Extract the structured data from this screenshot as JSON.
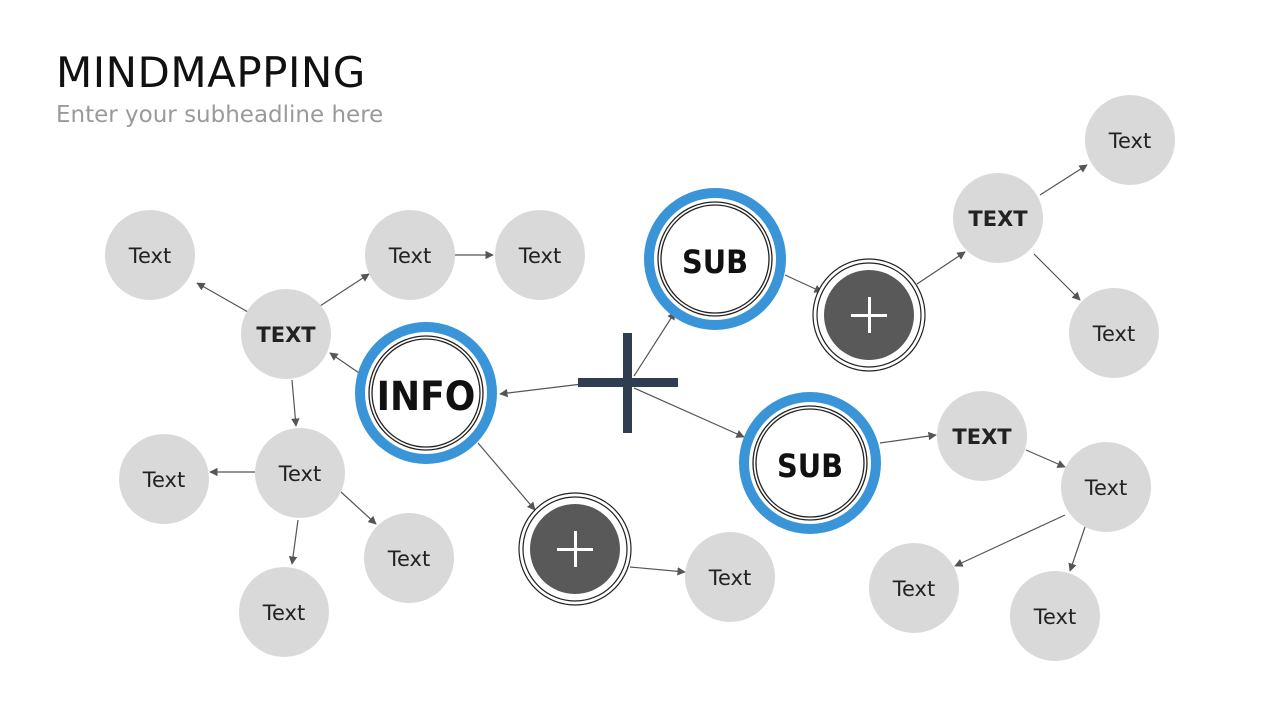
{
  "header": {
    "title": "MINDMAPPING",
    "subtitle": "Enter your subheadline here"
  },
  "colors": {
    "ring_blue": "#3a95d8",
    "node_gray": "#d9d9d9",
    "plus_dark": "#595959",
    "center_plus": "#2e3e50",
    "arrow": "#555555"
  },
  "icons": {
    "center": "plus-icon",
    "expanders": "plus-icon"
  },
  "hubs": {
    "info": "INFO",
    "sub_top": "SUB",
    "sub_bottom": "SUB"
  },
  "nodes": {
    "left_text_hub": "TEXT",
    "left_top_left": "Text",
    "left_top_mid": "Text",
    "left_top_right": "Text",
    "left_mid": "Text",
    "left_mid_left": "Text",
    "left_mid_right": "Text",
    "left_bottom": "Text",
    "info_plus_target": "Text",
    "top_text_hub": "TEXT",
    "top_right_upper": "Text",
    "top_right_lower": "Text",
    "bottom_text_hub": "TEXT",
    "bottom_right_mid": "Text",
    "bottom_right_left": "Text",
    "bottom_right_low": "Text"
  }
}
